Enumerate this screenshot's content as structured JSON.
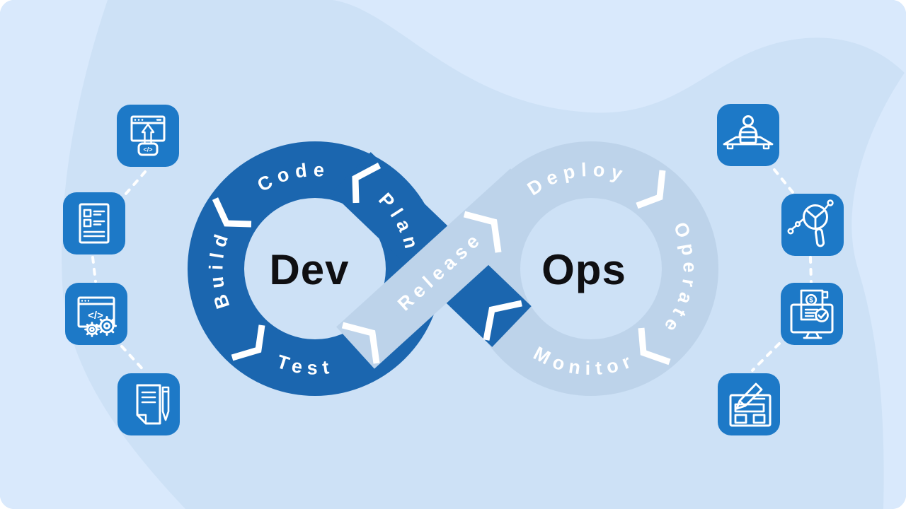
{
  "loop": {
    "dev_label": "Dev",
    "ops_label": "Ops",
    "segments": {
      "plan": "Plan",
      "code": "Code",
      "build": "Build",
      "test": "Test",
      "release": "Release",
      "deploy": "Deploy",
      "operate": "Operate",
      "monitor": "Monitor"
    }
  },
  "icons": {
    "left": [
      "browser-code-upload-icon",
      "requirements-checklist-icon",
      "code-window-gears-icon",
      "document-pencil-icon"
    ],
    "right": [
      "person-at-desk-icon",
      "analytics-magnifier-icon",
      "monitor-invoice-check-icon",
      "form-edit-icon"
    ],
    "glyph_code": "</>",
    "glyph_dollar": "$"
  },
  "colors": {
    "background": "#cde1f6",
    "background_blob": "#d9e9fc",
    "dev_loop_blue": "#1b66af",
    "ops_loop_blue": "#bdd3ea",
    "icon_tile_blue": "#1d79c7",
    "separator_white": "#ffffff",
    "segment_text": "#ffffff",
    "center_text": "#0f0f12"
  }
}
